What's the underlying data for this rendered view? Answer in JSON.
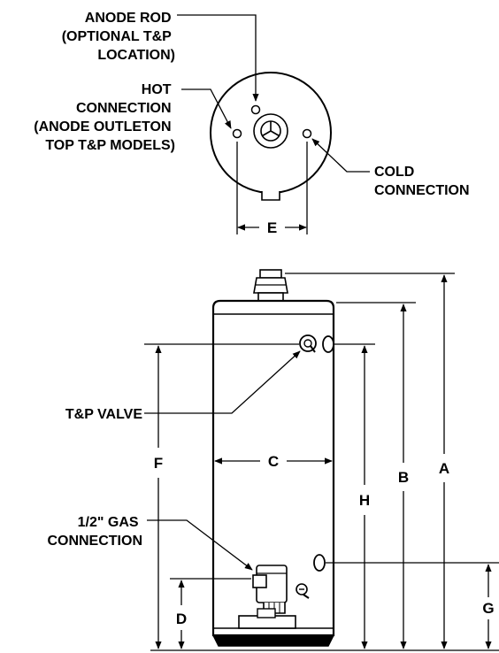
{
  "top_view": {
    "callouts": {
      "anode_rod": [
        "ANODE ROD",
        "(OPTIONAL T&P",
        "LOCATION)"
      ],
      "hot_connection": [
        "HOT",
        "CONNECTION",
        "(ANODE OUTLETON",
        "TOP T&P MODELS)"
      ],
      "cold_connection": [
        "COLD",
        "CONNECTION"
      ]
    },
    "dimension_e": "E"
  },
  "side_view": {
    "callouts": {
      "tp_valve": [
        "T&P VALVE"
      ],
      "gas_connection": [
        "1/2\" GAS",
        "CONNECTION"
      ]
    },
    "dimensions": {
      "a": "A",
      "b": "B",
      "c": "C",
      "d": "D",
      "f": "F",
      "g": "G",
      "h": "H"
    }
  }
}
